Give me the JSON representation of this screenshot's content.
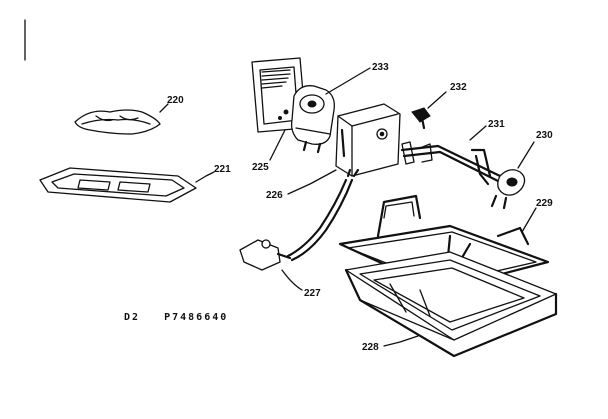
{
  "diagram": {
    "parts": [
      {
        "key": "p220",
        "number": "220"
      },
      {
        "key": "p221",
        "number": "221"
      },
      {
        "key": "p225",
        "number": "225"
      },
      {
        "key": "p226",
        "number": "226"
      },
      {
        "key": "p227",
        "number": "227"
      },
      {
        "key": "p228",
        "number": "228"
      },
      {
        "key": "p229",
        "number": "229"
      },
      {
        "key": "p230",
        "number": "230"
      },
      {
        "key": "p231",
        "number": "231"
      },
      {
        "key": "p232",
        "number": "232"
      },
      {
        "key": "p233",
        "number": "233"
      }
    ],
    "model_code": "D2   P7486640"
  },
  "colors": {
    "ink": "#111111",
    "background": "#ffffff"
  }
}
